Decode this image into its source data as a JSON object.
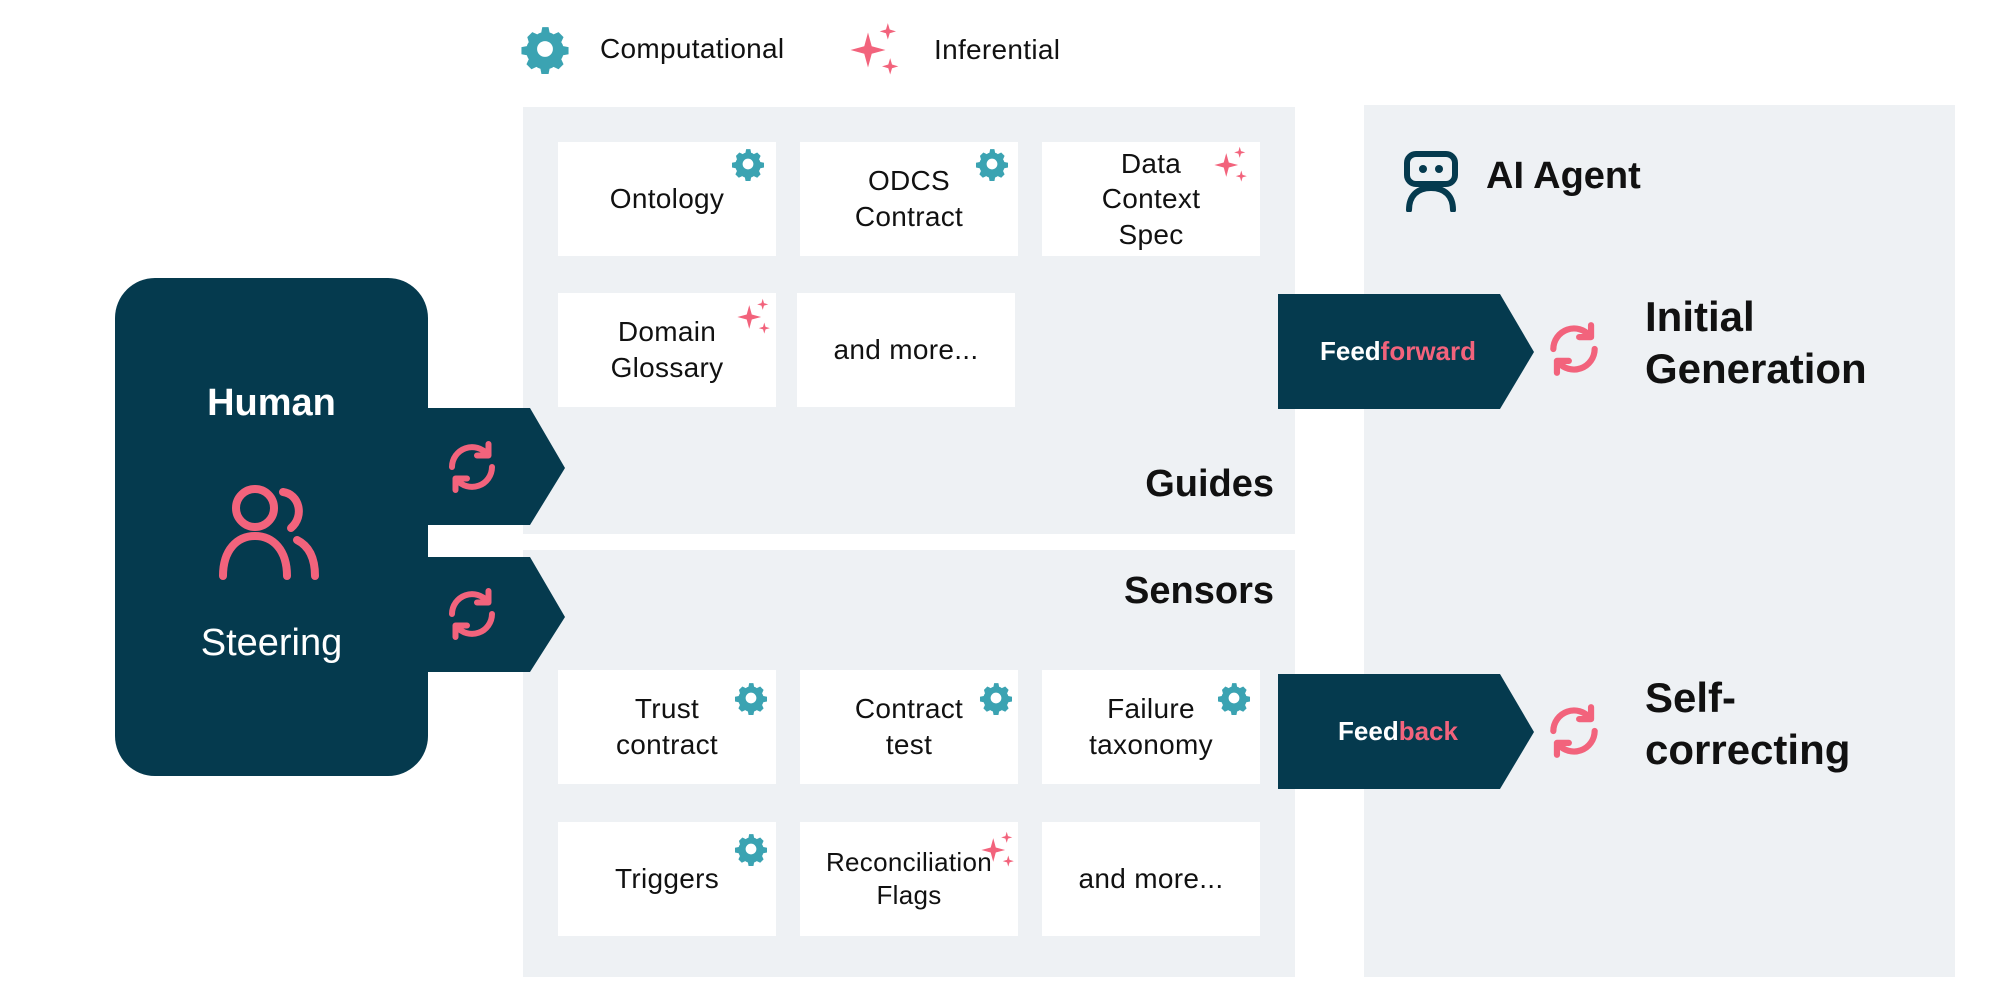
{
  "legend": {
    "computational": "Computational",
    "inferential": "Inferential"
  },
  "colors": {
    "dark": "#053a4e",
    "accent": "#f2637c",
    "teal": "#3ba3b2",
    "panel": "#eef1f4"
  },
  "human": {
    "title": "Human",
    "subtitle": "Steering",
    "icon": "users-icon"
  },
  "guides": {
    "label": "Guides",
    "cards": [
      {
        "text": "Ontology",
        "icon": "gear-icon"
      },
      {
        "text": "ODCS\nContract",
        "icon": "gear-icon"
      },
      {
        "text": "Data\nContext\nSpec",
        "icon": "sparkle-icon"
      },
      {
        "text": "Domain\nGlossary",
        "icon": "sparkle-icon"
      },
      {
        "text": "and more...",
        "icon": ""
      }
    ]
  },
  "sensors": {
    "label": "Sensors",
    "cards": [
      {
        "text": "Trust\ncontract",
        "icon": "gear-icon"
      },
      {
        "text": "Contract\ntest",
        "icon": "gear-icon"
      },
      {
        "text": "Failure\ntaxonomy",
        "icon": "gear-icon"
      },
      {
        "text": "Triggers",
        "icon": "gear-icon"
      },
      {
        "text": "Reconciliation\nFlags",
        "icon": "sparkle-icon"
      },
      {
        "text": "and more...",
        "icon": ""
      }
    ]
  },
  "flows": {
    "feedforward_prefix": "Feed",
    "feedforward_suffix": "forward",
    "feedback_prefix": "Feed",
    "feedback_suffix": "back"
  },
  "agent": {
    "title": "AI Agent",
    "icon": "robot-icon",
    "initial_generation": "Initial\nGeneration",
    "self_correcting": "Self-\ncorrecting"
  }
}
